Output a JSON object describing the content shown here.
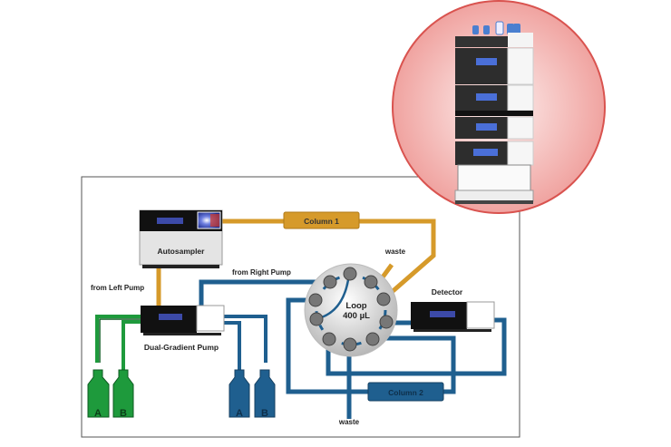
{
  "diagram": {
    "autosampler_label": "Autosampler",
    "column1_label": "Column 1",
    "column2_label": "Column 2",
    "waste_top_label": "waste",
    "waste_bottom_label": "waste",
    "from_right_pump_label": "from Right Pump",
    "from_left_pump_label": "from Left Pump",
    "pump_label": "Dual-Gradient Pump",
    "detector_label": "Detector",
    "loop_label_line1": "Loop",
    "loop_label_line2": "400 µL",
    "bottles": [
      {
        "label": "A",
        "color": "#1e9a3c"
      },
      {
        "label": "B",
        "color": "#1e9a3c"
      },
      {
        "label": "A",
        "color": "#1f5f8f"
      },
      {
        "label": "B",
        "color": "#1f5f8f"
      }
    ]
  },
  "colors": {
    "orange_tubing": "#d69a2a",
    "blue_tubing": "#1f5f8f",
    "green_tubing": "#1e9a3c",
    "inset_circle": "#f2aaa8",
    "inset_border": "#d9534f"
  }
}
